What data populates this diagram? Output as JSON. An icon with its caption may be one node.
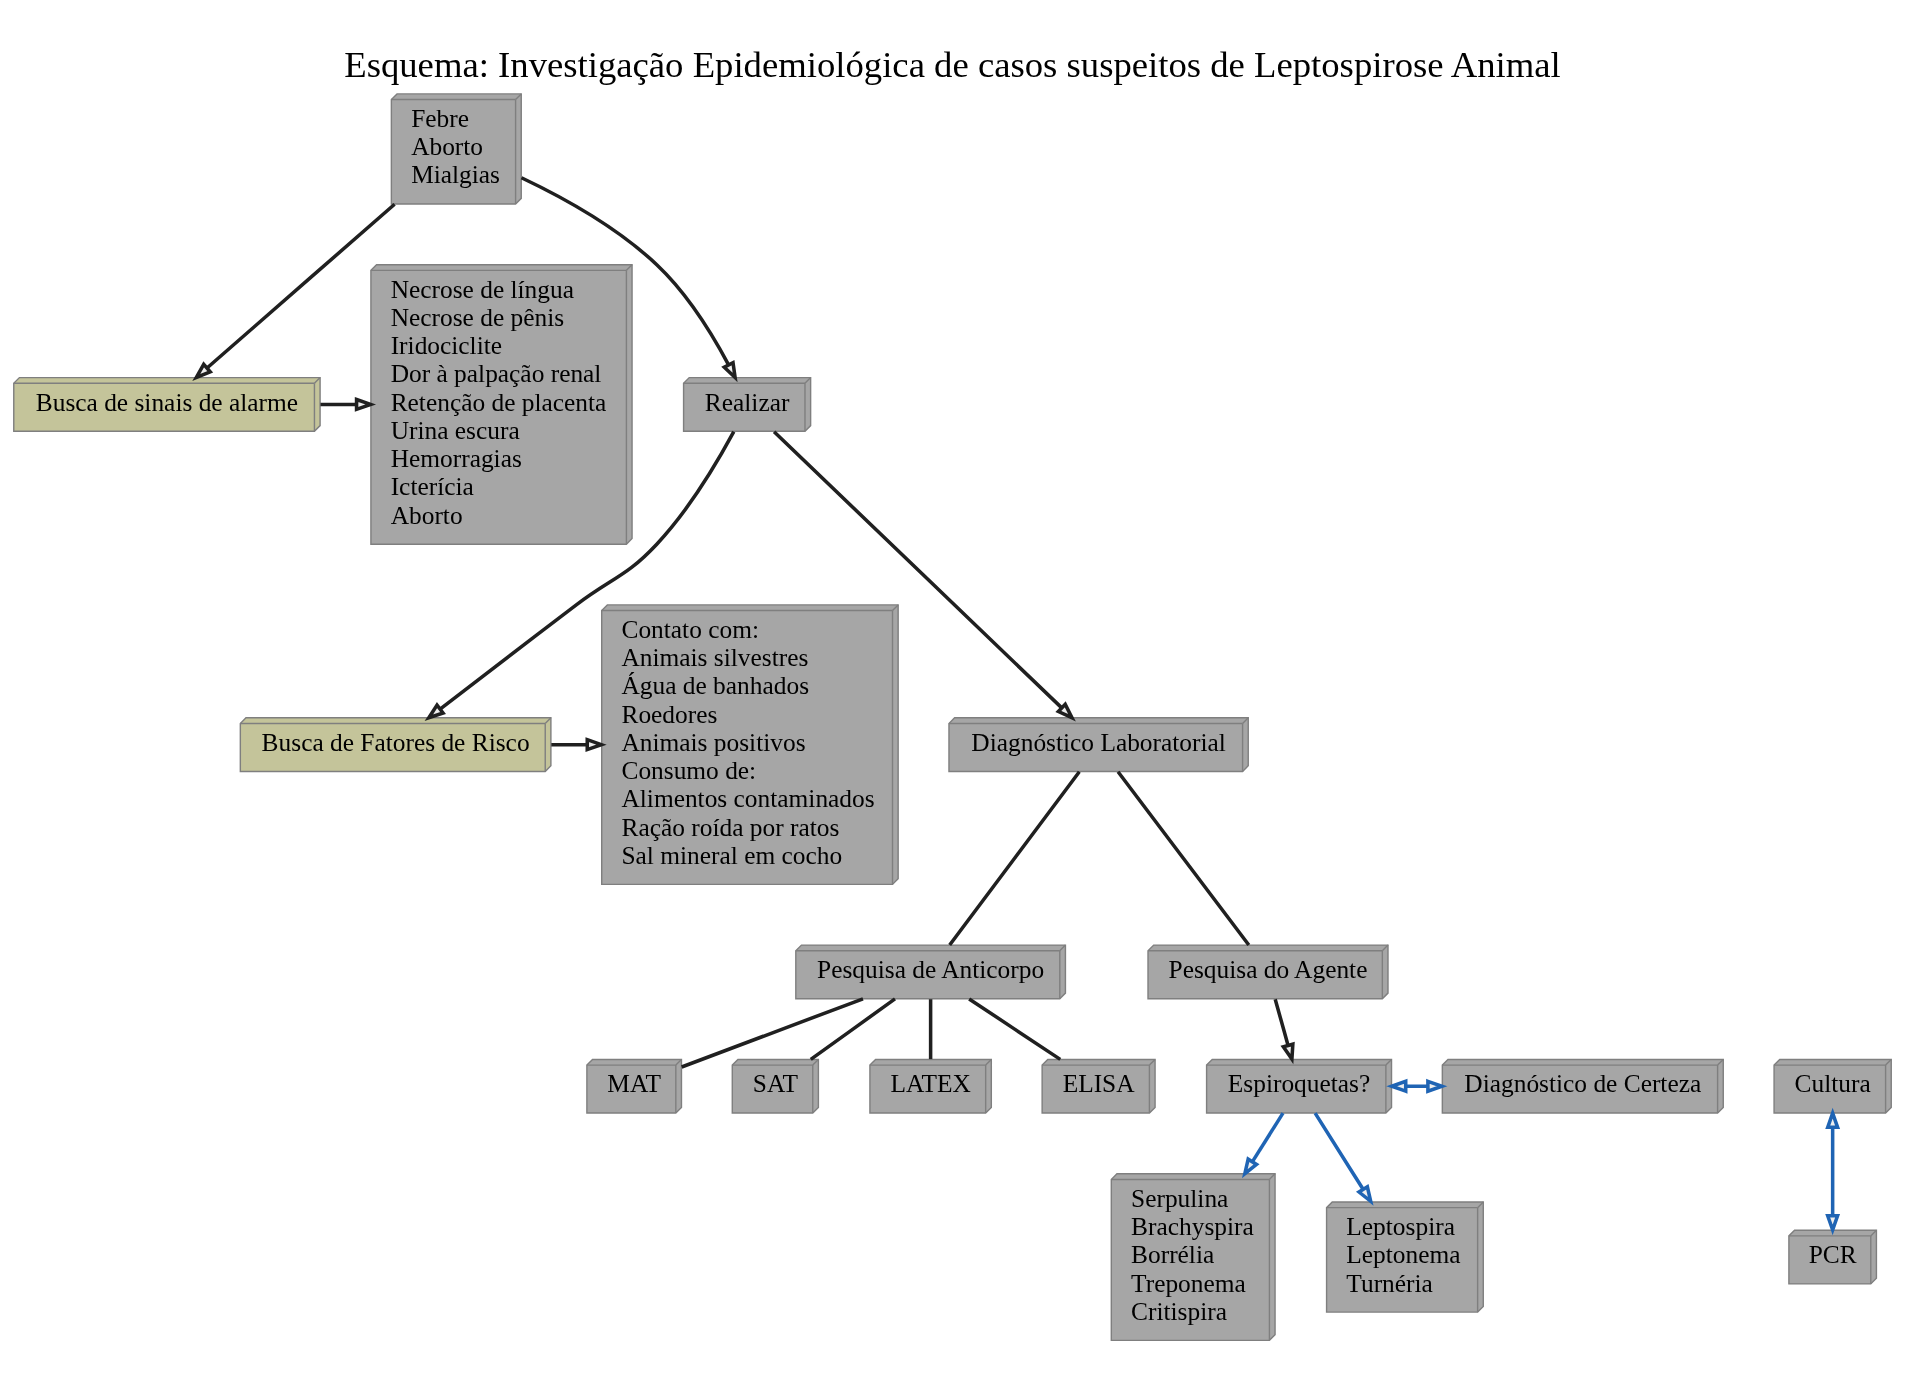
{
  "diagram": {
    "title": "Esquema: Investigação Epidemiológica de casos suspeitos de Leptospirose Animal",
    "nodes": [
      {
        "text": [
          "Febre",
          "Aborto",
          "Mialgias"
        ]
      },
      {
        "text": [
          "Busca de sinais de alarme"
        ]
      },
      {
        "text": [
          "Necrose de língua",
          "Necrose de pênis",
          "Iridociclite",
          "Dor à palpação renal",
          "Retenção de placenta",
          "Urina escura",
          "Hemorragias",
          "Icterícia",
          "Aborto"
        ]
      },
      {
        "text": [
          "Realizar"
        ]
      },
      {
        "text": [
          "Busca de Fatores de Risco"
        ]
      },
      {
        "text": [
          "Contato com:",
          "Animais silvestres",
          "Água de banhados",
          "Roedores",
          "Animais positivos",
          "Consumo de:",
          "Alimentos contaminados",
          "Ração roída por ratos",
          "Sal mineral em cocho"
        ]
      },
      {
        "text": [
          "Diagnóstico Laboratorial"
        ]
      },
      {
        "text": [
          "Pesquisa de Anticorpo"
        ]
      },
      {
        "text": [
          "Pesquisa do Agente"
        ]
      },
      {
        "text": [
          "MAT"
        ]
      },
      {
        "text": [
          "SAT"
        ]
      },
      {
        "text": [
          "LATEX"
        ]
      },
      {
        "text": [
          "ELISA"
        ]
      },
      {
        "text": [
          "Cultura"
        ]
      },
      {
        "text": [
          "Espiroquetas?"
        ]
      },
      {
        "text": [
          "Diagnóstico de Certeza"
        ]
      },
      {
        "text": [
          "Serpulina",
          "Brachyspira",
          "Borrélia",
          "Treponema",
          "Critispira"
        ]
      },
      {
        "text": [
          "Leptospira",
          "Leptonema",
          "Turnéria"
        ]
      },
      {
        "text": [
          "PCR"
        ]
      }
    ],
    "edges": [
      {
        "from": 0,
        "to": 1,
        "arrow": "to"
      },
      {
        "from": 0,
        "to": 3,
        "arrow": "to"
      },
      {
        "from": 1,
        "to": 2,
        "arrow": "to"
      },
      {
        "from": 3,
        "to": 4,
        "arrow": "to"
      },
      {
        "from": 4,
        "to": 5,
        "arrow": "to"
      },
      {
        "from": 3,
        "to": 6,
        "arrow": "to"
      },
      {
        "from": 6,
        "to": 7,
        "arrow": "none"
      },
      {
        "from": 6,
        "to": 8,
        "arrow": "none"
      },
      {
        "from": 7,
        "to": 9,
        "arrow": "none"
      },
      {
        "from": 7,
        "to": 10,
        "arrow": "none"
      },
      {
        "from": 7,
        "to": 11,
        "arrow": "none"
      },
      {
        "from": 7,
        "to": 12,
        "arrow": "none"
      },
      {
        "from": 8,
        "to": 14,
        "arrow": "to"
      },
      {
        "from": 14,
        "to": 16,
        "arrow": "to",
        "color": "#1f64b4"
      },
      {
        "from": 14,
        "to": 17,
        "arrow": "to",
        "color": "#1f64b4"
      },
      {
        "from": 13,
        "to": 18,
        "arrow": "both",
        "color": "#1f64b4"
      },
      {
        "from": 14,
        "to": 15,
        "arrow": "both",
        "color": "#1f64b4"
      }
    ]
  }
}
